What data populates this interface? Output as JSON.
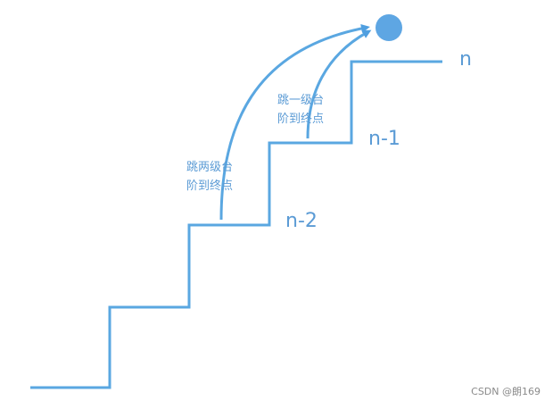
{
  "diagram": {
    "labels": {
      "n": "n",
      "n_minus_1": "n-1",
      "n_minus_2": "n-2"
    },
    "annotations": {
      "one_step": [
        "跳一级台",
        "阶到终点"
      ],
      "two_steps": [
        "跳两级台",
        "阶到终点"
      ]
    },
    "colors": {
      "stroke": "#5aa7e1",
      "goal": "#5ea6e3",
      "text": "#5b9bd5"
    }
  },
  "watermark": "CSDN @朗169"
}
